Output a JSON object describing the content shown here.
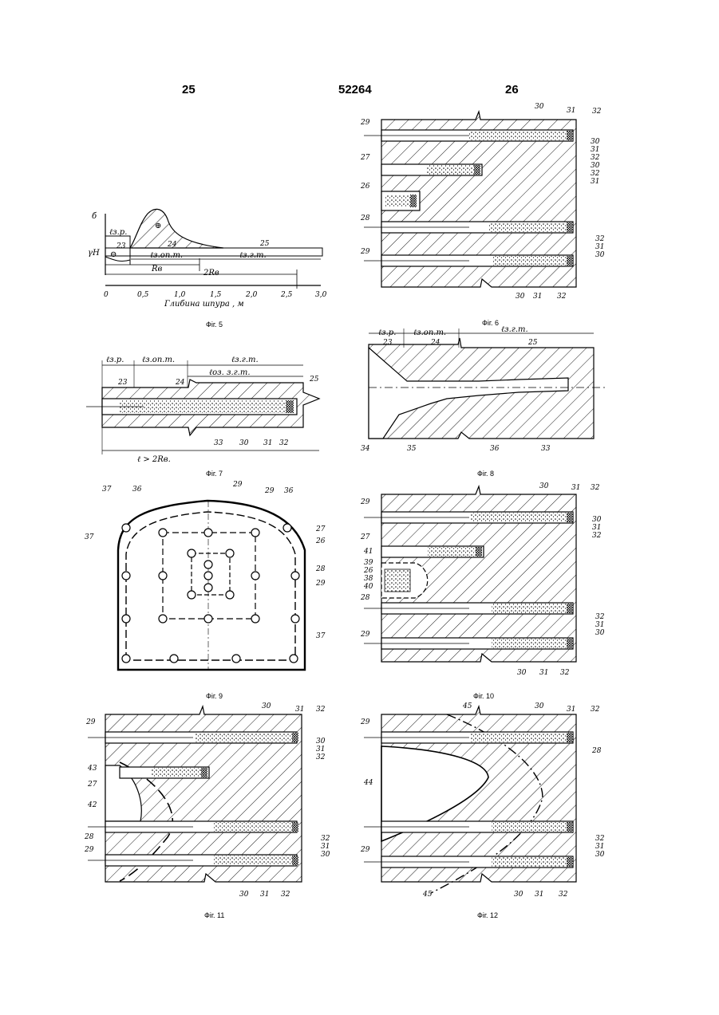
{
  "header": {
    "page_left": "25",
    "patent_number": "52264",
    "page_right": "26"
  },
  "captions": {
    "fig5": "Фіг. 5",
    "fig6": "Фіг. 6",
    "fig7": "Фіг. 7",
    "fig8": "Фіг. 8",
    "fig9": "Фіг. 9",
    "fig10": "Фіг. 10",
    "fig11": "Фіг. 11",
    "fig12": "Фіг. 12"
  },
  "fig5": {
    "y_sigma": "б",
    "y_gamma": "γH",
    "plus": "⊕",
    "minus": "⊖",
    "l_zr": "ℓз.р.",
    "l_zopt": "ℓз.оп.т.",
    "l_zgt": "ℓз.г.т.",
    "r_v": "Rв",
    "two_r_v": "2Rв",
    "z23": "23",
    "z24": "24",
    "z25": "25",
    "ticks": [
      "0",
      "0,5",
      "1,0",
      "1,5",
      "2,0",
      "2,5",
      "3,0"
    ],
    "x_axis_label": "Глибина шпура , м"
  },
  "fig6": {
    "labels": [
      "29",
      "30",
      "31",
      "32",
      "27",
      "30",
      "31",
      "32",
      "30",
      "26",
      "32",
      "31",
      "28",
      "32",
      "31",
      "30",
      "29",
      "30",
      "31",
      "32"
    ]
  },
  "fig7": {
    "l_zr": "ℓз.р.",
    "l_zopt": "ℓз.оп.т.",
    "l_zgt": "ℓз.г.т.",
    "l_ozgt": "ℓоз. з.г.т.",
    "z23": "23",
    "z24": "24",
    "z25": "25",
    "n33": "33",
    "n30": "30",
    "n31": "31",
    "n32": "32",
    "length": "ℓ > 2Rв."
  },
  "fig8": {
    "l_zr": "ℓз.р.",
    "l_zopt": "ℓз.оп.т.",
    "l_zgt": "ℓз.г.т.",
    "z23": "23",
    "z24": "24",
    "z25": "25",
    "n34": "34",
    "n35": "35",
    "n36": "36",
    "n33": "33"
  },
  "fig9": {
    "labels": [
      "37",
      "36",
      "29",
      "29",
      "36",
      "37",
      "27",
      "26",
      "28",
      "29",
      "37"
    ]
  },
  "fig10": {
    "labels": [
      "29",
      "30",
      "31",
      "32",
      "30",
      "31",
      "32",
      "27",
      "41",
      "39",
      "26",
      "38",
      "40",
      "28",
      "32",
      "31",
      "30",
      "29",
      "30",
      "31",
      "32"
    ]
  },
  "fig11": {
    "labels": [
      "29",
      "30",
      "31",
      "32",
      "30",
      "31",
      "32",
      "43",
      "27",
      "42",
      "28",
      "29",
      "32",
      "31",
      "30",
      "30",
      "31",
      "32"
    ]
  },
  "fig12": {
    "labels": [
      "29",
      "45",
      "30",
      "31",
      "32",
      "28",
      "44",
      "29",
      "32",
      "31",
      "30",
      "45",
      "30",
      "31",
      "32"
    ]
  }
}
